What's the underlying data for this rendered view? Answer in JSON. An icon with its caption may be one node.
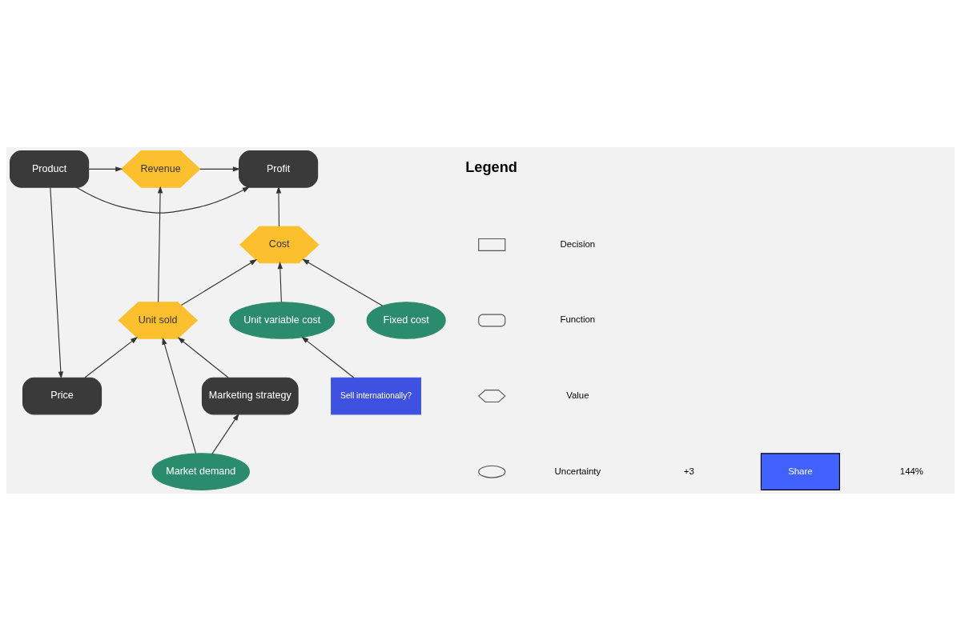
{
  "diagram": {
    "nodes": [
      {
        "text": [
          "Product"
        ]
      },
      {
        "text": [
          "Revenue"
        ]
      },
      {
        "text": [
          "Profit"
        ]
      },
      {
        "text": [
          "Price"
        ]
      },
      {
        "text": [
          "Unit sold"
        ]
      },
      {
        "text": [
          "Cost"
        ]
      },
      {
        "text": [
          "Unit variable cost"
        ]
      },
      {
        "text": [
          "Marketing strategy"
        ]
      },
      {
        "text": [
          "Market demand"
        ]
      },
      {
        "text": [
          "Fixed cost"
        ]
      },
      {
        "text": [
          "Sell internationally?"
        ]
      }
    ],
    "edges": [
      {
        "from": 0,
        "to": 2,
        "arrow": "to"
      },
      {
        "from": 0,
        "to": 1,
        "arrow": "to"
      },
      {
        "from": 0,
        "to": 3,
        "arrow": "to"
      },
      {
        "from": 1,
        "to": 2,
        "arrow": "to"
      },
      {
        "from": 3,
        "to": 4,
        "arrow": "to"
      },
      {
        "from": 4,
        "to": 1,
        "arrow": "to"
      },
      {
        "from": 4,
        "to": 5,
        "arrow": "to"
      },
      {
        "from": 5,
        "to": 2,
        "arrow": "to"
      },
      {
        "from": 6,
        "to": 5,
        "arrow": "to"
      },
      {
        "from": 7,
        "to": 4,
        "arrow": "to"
      },
      {
        "from": 8,
        "to": 4,
        "arrow": "to"
      },
      {
        "from": 8,
        "to": 7,
        "arrow": "to"
      },
      {
        "from": 9,
        "to": 5,
        "arrow": "to"
      },
      {
        "from": 10,
        "to": 6,
        "arrow": "to"
      }
    ],
    "labels": [
      "+3",
      "Share",
      "Legend",
      "144%"
    ],
    "legend": [
      {
        "text": "Decision"
      },
      {
        "text": "Function"
      },
      {
        "text": "Value"
      },
      {
        "text": "Uncertainty"
      }
    ]
  }
}
